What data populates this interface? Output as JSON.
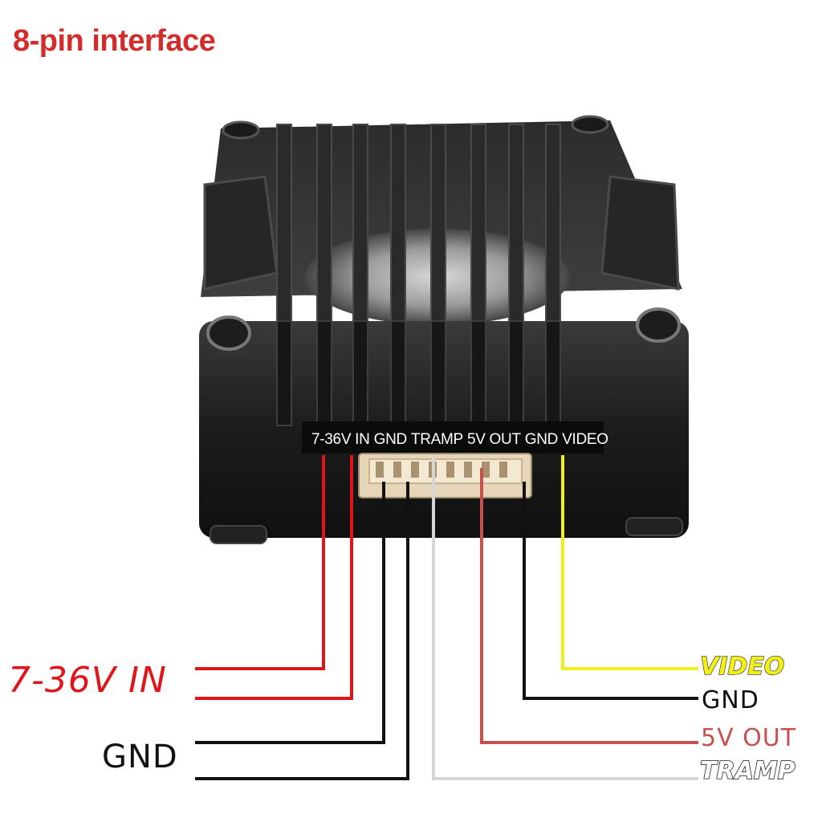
{
  "title": {
    "text": "8-pin interface",
    "color": "#d42b2b"
  },
  "connector_pin_labels": [
    "7-36V IN",
    "GND",
    "TRAMP",
    "5V OUT",
    "GND",
    "VIDEO"
  ],
  "wire_labels": {
    "power_in": "7-36V IN",
    "gnd_left": "GND",
    "video": "VIDEO",
    "gnd_right": "GND",
    "five_v_out": "5V OUT",
    "tramp": "TRAMP"
  },
  "colors": {
    "power": "#e0151a",
    "ground": "#111111",
    "video": "#f2ee1a",
    "five_v": "#c8504f",
    "tramp": "#d6d6d6",
    "power_label": "#e0151a",
    "five_v_label": "#c8504f",
    "dark_label": "#111111"
  }
}
